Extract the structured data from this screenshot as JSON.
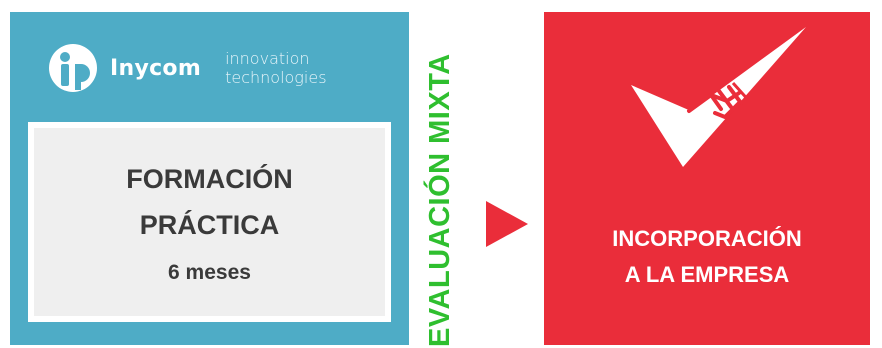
{
  "left_card": {
    "logo": {
      "name": "Inycom",
      "tagline_line1": "innovation",
      "tagline_line2": "technologies"
    },
    "box": {
      "title_line1": "FORMACIÓN",
      "title_line2": "PRÁCTICA",
      "duration": "6 meses"
    }
  },
  "vertical_label": "EVALUACIÓN MIXTA",
  "right_card": {
    "title_line1": "INCORPORACIÓN",
    "title_line2": "A LA EMPRESA"
  },
  "colors": {
    "teal": "#4eacc6",
    "red": "#ea2d3a",
    "green": "#2fbf2f",
    "gray_box": "#efefef"
  },
  "icons": {
    "logo_mark": "inycom-logo-icon",
    "arrow": "triangle-right-icon",
    "handshake": "handshake-check-icon"
  }
}
